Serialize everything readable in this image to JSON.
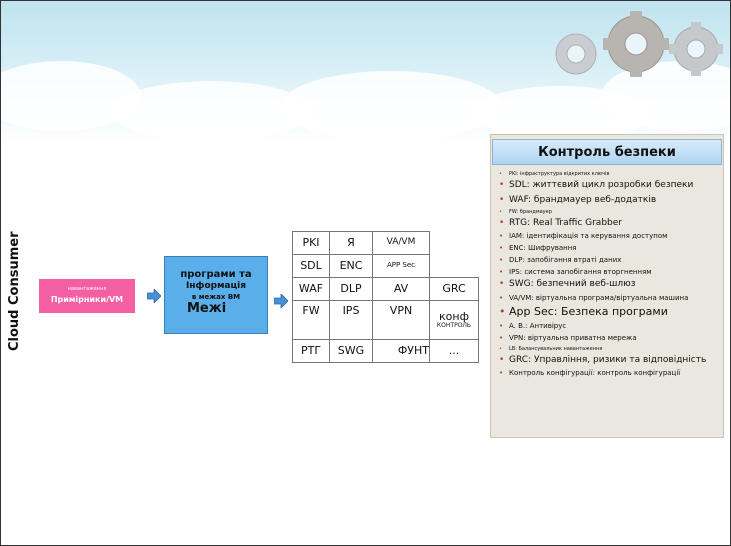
{
  "side_label": "Cloud Consumer",
  "pink_box": {
    "small": "навантаження",
    "main": "Примірники/VM"
  },
  "blue_box": {
    "line1": "програми та",
    "line2": "Інформація",
    "line3": "в межах ВМ",
    "line4": "Межі"
  },
  "grid": {
    "rows": [
      [
        "PKI",
        "Я",
        "VA/VM",
        ""
      ],
      [
        "SDL",
        "ENC",
        "APP Sec",
        ""
      ],
      [
        "WAF",
        "DLP",
        "AV",
        "GRC"
      ],
      [
        "FW",
        "IPS",
        "VPN",
        "конф"
      ],
      [
        "РТГ",
        "SWG",
        "ФУНТ",
        "..."
      ]
    ],
    "konf_sub": "КОНТРОЛЬ"
  },
  "panel": {
    "title": "Контроль безпеки",
    "items": [
      {
        "text": "PKI: інфраструктура відкритих ключів",
        "size": "xs"
      },
      {
        "text": "SDL: життєвий цикл розробки безпеки",
        "size": "m"
      },
      {
        "text": "WAF: брандмауер веб-додатків",
        "size": "m"
      },
      {
        "text": "FW: брандмауер",
        "size": "xs"
      },
      {
        "text": "RTG: Real Traffic Grabber",
        "size": "m"
      },
      {
        "text": "IAM: ідентифікація та керування доступом",
        "size": "s"
      },
      {
        "text": "ENC: Шифрування",
        "size": "s"
      },
      {
        "text": "DLP: запобігання втраті даних",
        "size": "s"
      },
      {
        "text": "IPS: система запобігання вторгненням",
        "size": "s"
      },
      {
        "text": "SWG: безпечний веб-шлюз",
        "size": "m"
      },
      {
        "text": "VA/VM: віртуальна програма/віртуальна машина",
        "size": "s"
      },
      {
        "text": "App Sec: Безпека програми",
        "size": "l"
      },
      {
        "text": "A. В.: Антивірус",
        "size": "s"
      },
      {
        "text": "VPN: віртуальна приватна мережа",
        "size": "s"
      },
      {
        "text": "LB: Балансувальник навантаження",
        "size": "xs"
      },
      {
        "text": "GRC: Управління, ризики та відповідність",
        "size": "m"
      },
      {
        "text": "Контроль конфігурації: контроль конфігурації",
        "size": "s"
      }
    ]
  },
  "colors": {
    "pink": "#f45fa3",
    "blue": "#5aaee9",
    "arrow": "#4a90d9",
    "bullet": "#c0392b"
  }
}
